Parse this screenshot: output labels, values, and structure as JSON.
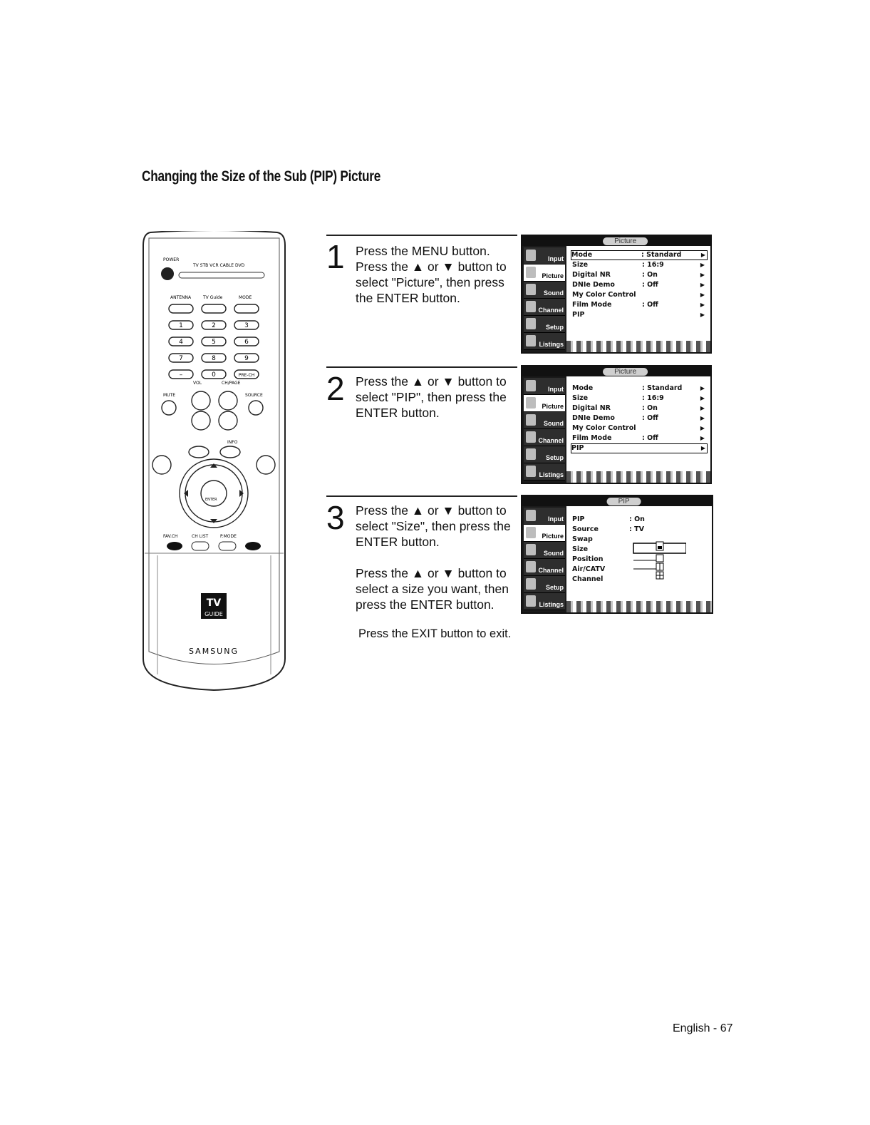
{
  "title": "Changing the Size of the Sub (PIP) Picture",
  "remote": {
    "top_labels": [
      "POWER",
      "TV",
      "STB",
      "VCR",
      "CABLE",
      "DVD"
    ],
    "row_labels": [
      "ANTENNA",
      "TV Guide",
      "MODE"
    ],
    "number_keys": [
      "1",
      "2",
      "3",
      "4",
      "5",
      "6",
      "7",
      "8",
      "9",
      "–",
      "0",
      "PRE-CH"
    ],
    "mid_labels": [
      "VOL",
      "CH/PAGE",
      "MUTE",
      "SOURCE",
      "INFO"
    ],
    "nav_center": "ENTER",
    "bottom_labels": [
      "FAV.CH",
      "CH LIST",
      "P.MODE"
    ],
    "badge_top": "TV",
    "badge_bottom": "GUIDE",
    "brand": "SAMSUNG"
  },
  "steps": [
    {
      "number": "1",
      "paragraphs": [
        "Press the MENU button. Press the ▲ or ▼ button to select \"Picture\", then press the ENTER button."
      ]
    },
    {
      "number": "2",
      "paragraphs": [
        "Press the ▲ or ▼ button to select \"PIP\", then press the ENTER button."
      ]
    },
    {
      "number": "3",
      "paragraphs": [
        "Press the ▲ or ▼ button to select \"Size\", then press the ENTER button.",
        "Press the ▲ or ▼ button to select a size you want, then press the ENTER button."
      ]
    }
  ],
  "exit_text": "Press the EXIT button to exit.",
  "menus": [
    {
      "header": "Picture",
      "tabs": [
        "Input",
        "Picture",
        "Sound",
        "Channel",
        "Setup",
        "Listings"
      ],
      "selected_tab": 1,
      "rows": [
        {
          "key": "Mode",
          "value": ": Standard",
          "arrow": "▶"
        },
        {
          "key": "Size",
          "value": ": 16:9",
          "arrow": "▶"
        },
        {
          "key": "Digital NR",
          "value": ": On",
          "arrow": "▶"
        },
        {
          "key": "DNIe Demo",
          "value": ": Off",
          "arrow": "▶"
        },
        {
          "key": "My Color Control",
          "value": "",
          "arrow": "▶"
        },
        {
          "key": "Film Mode",
          "value": ": Off",
          "arrow": "▶"
        },
        {
          "key": "PIP",
          "value": "",
          "arrow": "▶"
        }
      ],
      "highlight_row": 0
    },
    {
      "header": "Picture",
      "tabs": [
        "Input",
        "Picture",
        "Sound",
        "Channel",
        "Setup",
        "Listings"
      ],
      "selected_tab": 1,
      "rows": [
        {
          "key": "Mode",
          "value": ": Standard",
          "arrow": "▶"
        },
        {
          "key": "Size",
          "value": ": 16:9",
          "arrow": "▶"
        },
        {
          "key": "Digital NR",
          "value": ": On",
          "arrow": "▶"
        },
        {
          "key": "DNIe Demo",
          "value": ": Off",
          "arrow": "▶"
        },
        {
          "key": "My Color Control",
          "value": "",
          "arrow": "▶"
        },
        {
          "key": "Film Mode",
          "value": ": Off",
          "arrow": "▶"
        },
        {
          "key": "PIP",
          "value": "",
          "arrow": "▶"
        }
      ],
      "highlight_row": 6
    },
    {
      "header": "PIP",
      "tabs": [
        "Input",
        "Picture",
        "Sound",
        "Channel",
        "Setup",
        "Listings"
      ],
      "selected_tab": 1,
      "rows": [
        {
          "key": "PIP",
          "value": ": On",
          "arrow": ""
        },
        {
          "key": "Source",
          "value": ": TV",
          "arrow": ""
        },
        {
          "key": "Swap",
          "value": "",
          "arrow": ""
        },
        {
          "key": "Size",
          "value": "",
          "arrow": ""
        },
        {
          "key": "Position",
          "value": "",
          "arrow": ""
        },
        {
          "key": "Air/CATV",
          "value": "",
          "arrow": ""
        },
        {
          "key": "Channel",
          "value": "",
          "arrow": ""
        }
      ],
      "highlight_row": -1
    }
  ],
  "footer": "English - 67"
}
